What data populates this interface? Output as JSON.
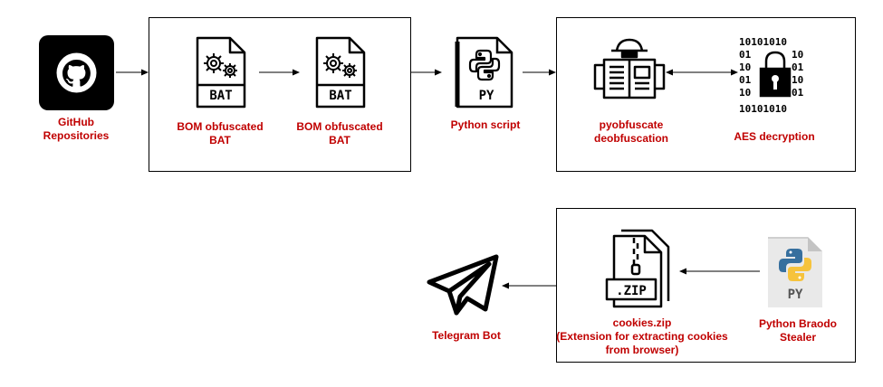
{
  "colors": {
    "label": "#c00000",
    "line": "#000000",
    "python_blue": "#366f9e",
    "python_yellow": "#f6c33c"
  },
  "nodes": {
    "github": {
      "label": "GitHub\nRepositories",
      "icon": "github-icon"
    },
    "bat1": {
      "label": "BOM obfuscated\nBAT",
      "badge": "BAT",
      "icon": "bat-file-icon"
    },
    "bat2": {
      "label": "BOM obfuscated\nBAT",
      "badge": "BAT",
      "icon": "bat-file-icon"
    },
    "python_script": {
      "label": "Python script",
      "badge": "PY",
      "icon": "python-file-icon"
    },
    "pyobfuscate": {
      "label": "pyobfuscate\ndeobfuscation",
      "icon": "hacker-newspaper-icon"
    },
    "aes": {
      "label": "AES decryption",
      "icon": "binary-lock-icon"
    },
    "stealer": {
      "label": "Python Braodo\nStealer",
      "badge": "PY",
      "icon": "python-file-color-icon"
    },
    "cookies": {
      "label": "cookies.zip\n(Extension for extracting cookies\nfrom browser)",
      "badge": ".ZIP",
      "icon": "zip-file-icon"
    },
    "telegram": {
      "label": "Telegram Bot",
      "icon": "telegram-icon"
    }
  }
}
